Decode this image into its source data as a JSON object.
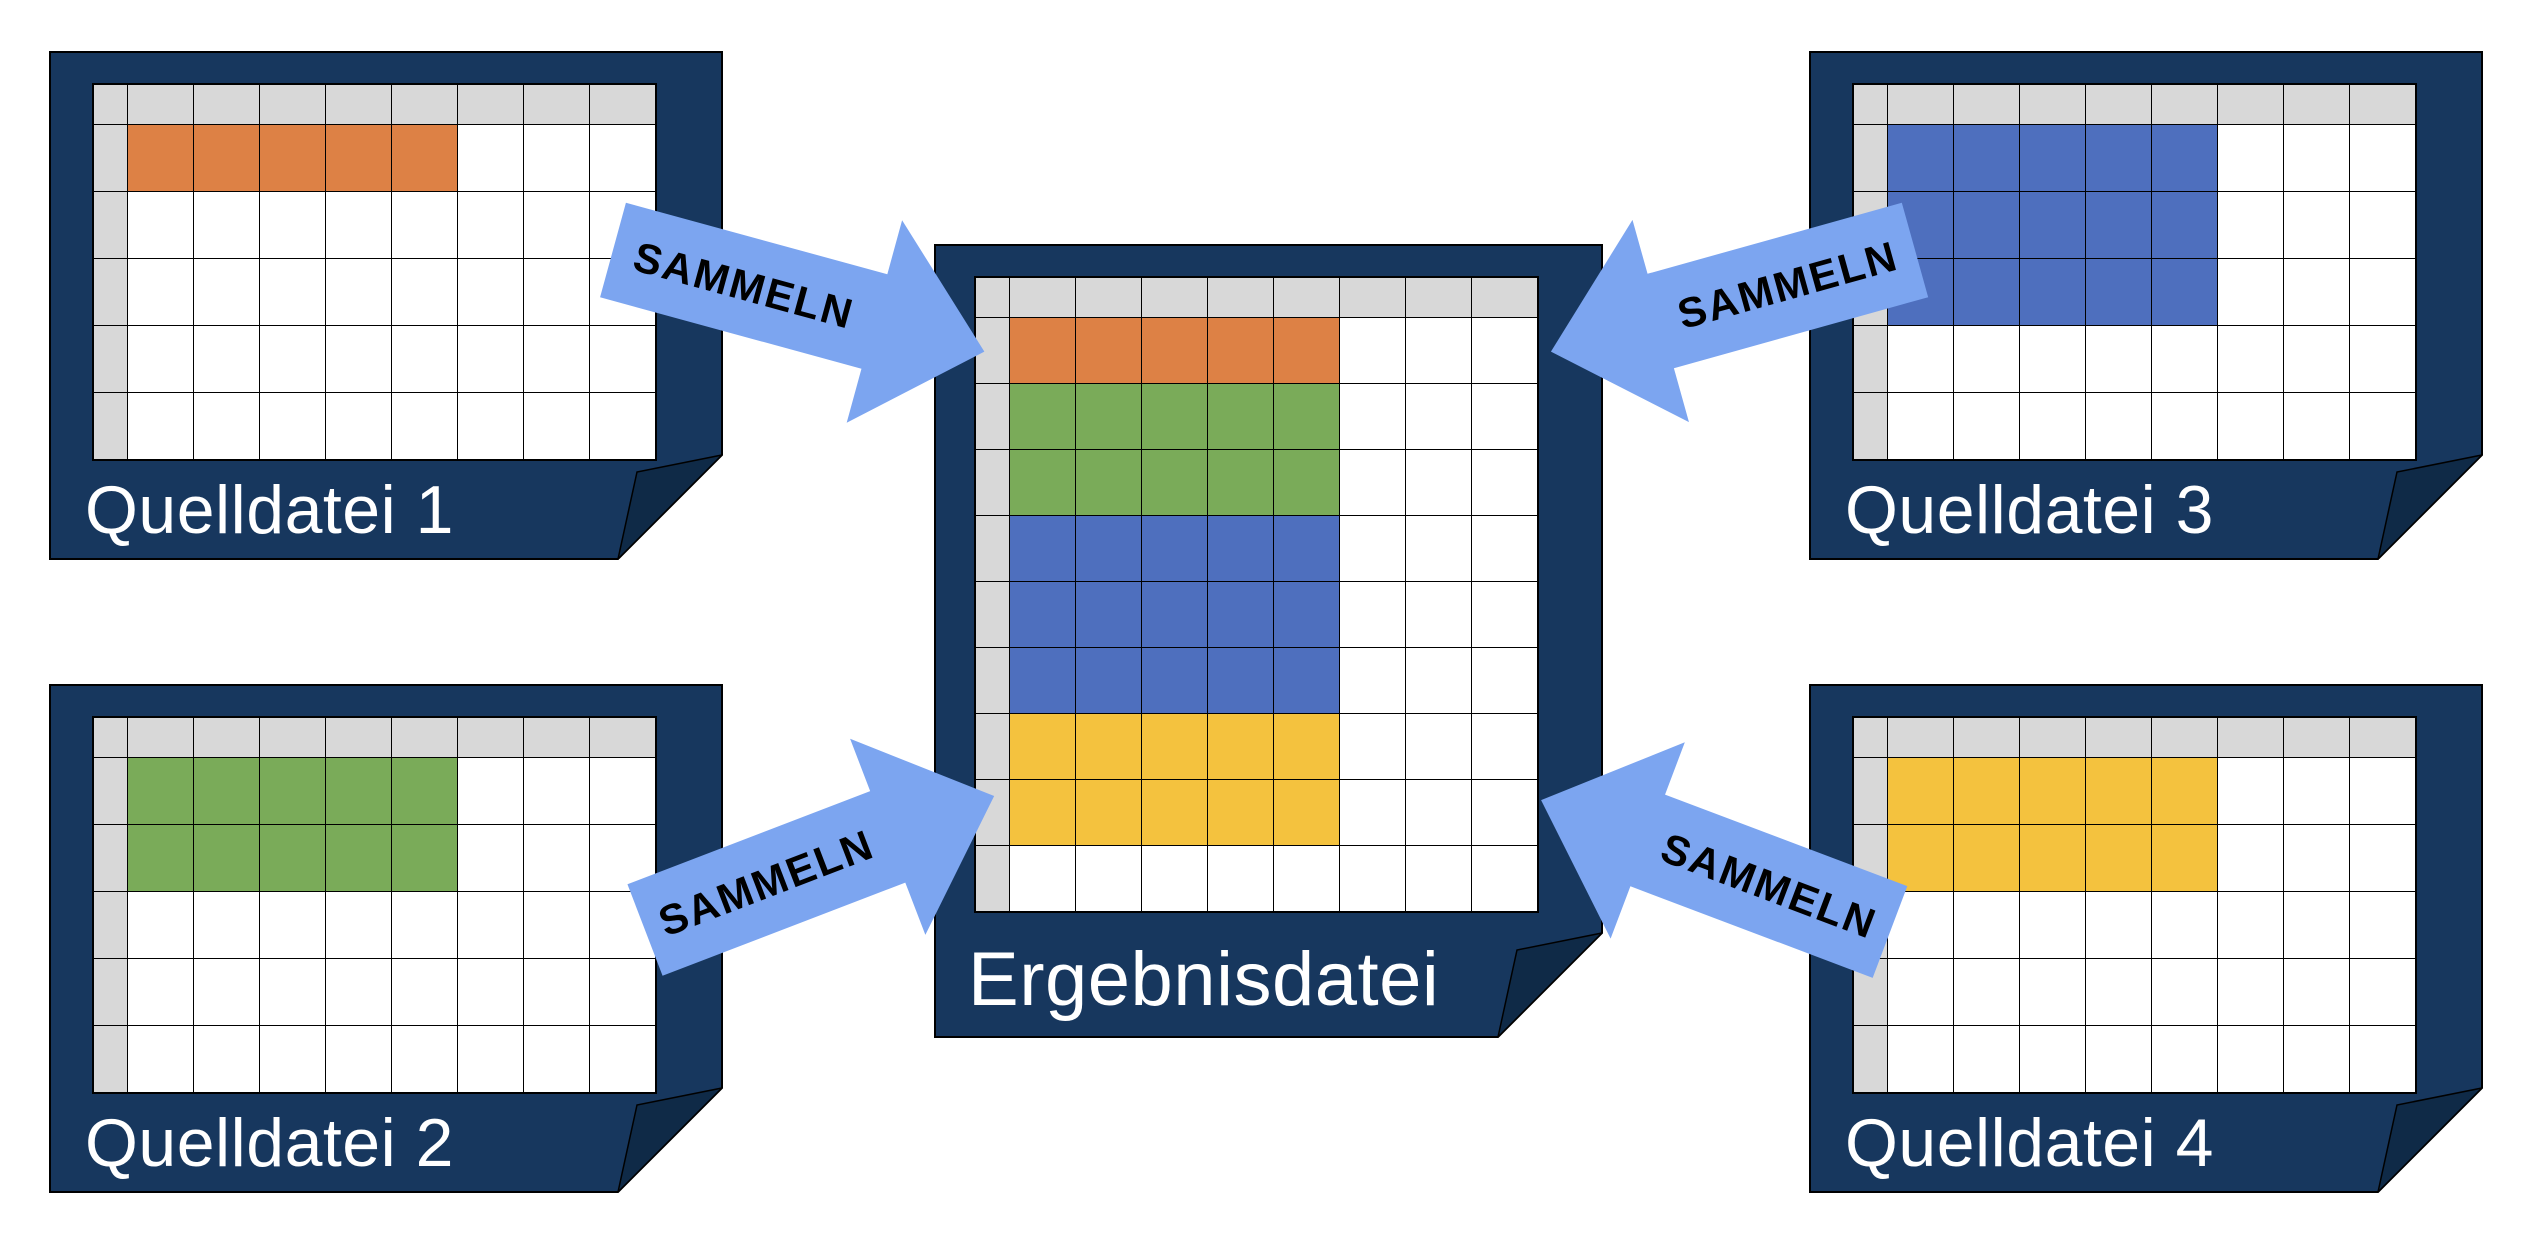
{
  "colors": {
    "page_navy": "#17375E",
    "fold_navy": "#0F2A47",
    "header_gray": "#D8D8D8",
    "cell_white": "#FFFFFF",
    "grid_line": "#000000",
    "title_text": "#FFFFFF",
    "arrow_blue": "#7CA5F0",
    "arrow_text": "#000000",
    "orange": "#DD8145",
    "green": "#7AAB59",
    "blue": "#4E6FBE",
    "yellow": "#F4C23E"
  },
  "files": [
    {
      "id": "quelldatei-1",
      "label": "Quelldatei 1",
      "grid": {
        "data_cols": 8,
        "data_rows": 5,
        "header_row": true,
        "header_col": true,
        "regions": [
          {
            "color": "orange",
            "row_start": 1,
            "row_end": 1,
            "col_start": 1,
            "col_end": 5
          }
        ]
      }
    },
    {
      "id": "quelldatei-2",
      "label": "Quelldatei 2",
      "grid": {
        "data_cols": 8,
        "data_rows": 5,
        "header_row": true,
        "header_col": true,
        "regions": [
          {
            "color": "green",
            "row_start": 1,
            "row_end": 2,
            "col_start": 1,
            "col_end": 5
          }
        ]
      }
    },
    {
      "id": "quelldatei-3",
      "label": "Quelldatei 3",
      "grid": {
        "data_cols": 8,
        "data_rows": 5,
        "header_row": true,
        "header_col": true,
        "regions": [
          {
            "color": "blue",
            "row_start": 1,
            "row_end": 3,
            "col_start": 1,
            "col_end": 5
          }
        ]
      }
    },
    {
      "id": "quelldatei-4",
      "label": "Quelldatei 4",
      "grid": {
        "data_cols": 8,
        "data_rows": 5,
        "header_row": true,
        "header_col": true,
        "regions": [
          {
            "color": "yellow",
            "row_start": 1,
            "row_end": 2,
            "col_start": 1,
            "col_end": 5
          }
        ]
      }
    },
    {
      "id": "ergebnisdatei",
      "label": "Ergebnisdatei",
      "grid": {
        "data_cols": 8,
        "data_rows": 9,
        "header_row": true,
        "header_col": true,
        "regions": [
          {
            "color": "orange",
            "row_start": 1,
            "row_end": 1,
            "col_start": 1,
            "col_end": 5
          },
          {
            "color": "green",
            "row_start": 2,
            "row_end": 3,
            "col_start": 1,
            "col_end": 5
          },
          {
            "color": "blue",
            "row_start": 4,
            "row_end": 6,
            "col_start": 1,
            "col_end": 5
          },
          {
            "color": "yellow",
            "row_start": 7,
            "row_end": 8,
            "col_start": 1,
            "col_end": 5
          }
        ]
      }
    }
  ],
  "arrows": [
    {
      "label": "SAMMELN",
      "from": "quelldatei-1",
      "to": "ergebnisdatei"
    },
    {
      "label": "SAMMELN",
      "from": "quelldatei-3",
      "to": "ergebnisdatei"
    },
    {
      "label": "SAMMELN",
      "from": "quelldatei-2",
      "to": "ergebnisdatei"
    },
    {
      "label": "SAMMELN",
      "from": "quelldatei-4",
      "to": "ergebnisdatei"
    }
  ]
}
